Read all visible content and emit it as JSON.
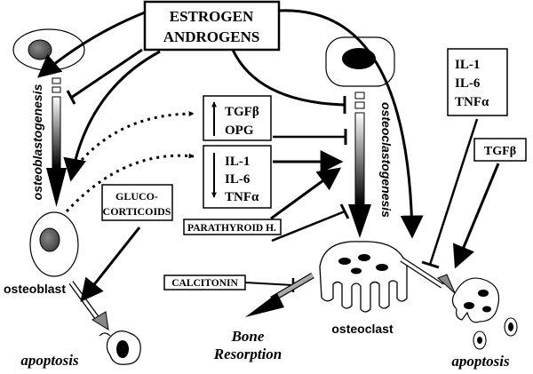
{
  "hormones": {
    "line1": "ESTROGEN",
    "line2": "ANDROGENS"
  },
  "osteoblastogenesis": "osteoblastogenesis",
  "osteoclastogenesis": "osteoclastogenesis",
  "upregulated": {
    "item1": "TGFβ",
    "item2": "OPG"
  },
  "downregulated": {
    "item1": "IL-1",
    "item2": "IL-6",
    "item3": "TNFα"
  },
  "cytokines_right": {
    "item1": "IL-1",
    "item2": "IL-6",
    "item3": "TNFα"
  },
  "tgfb_right": "TGFβ",
  "glucocorticoids": {
    "line1": "GLUCO-",
    "line2": "CORTICOIDS"
  },
  "parathyroid": "PARATHYROID H.",
  "calcitonin": "CALCITONIN",
  "osteoblast": "osteoblast",
  "osteoclast": "osteoclast",
  "apoptosis_left": "apoptosis",
  "apoptosis_right": "apoptosis",
  "bone_resorption": {
    "line1": "Bone",
    "line2": "Resorption"
  }
}
